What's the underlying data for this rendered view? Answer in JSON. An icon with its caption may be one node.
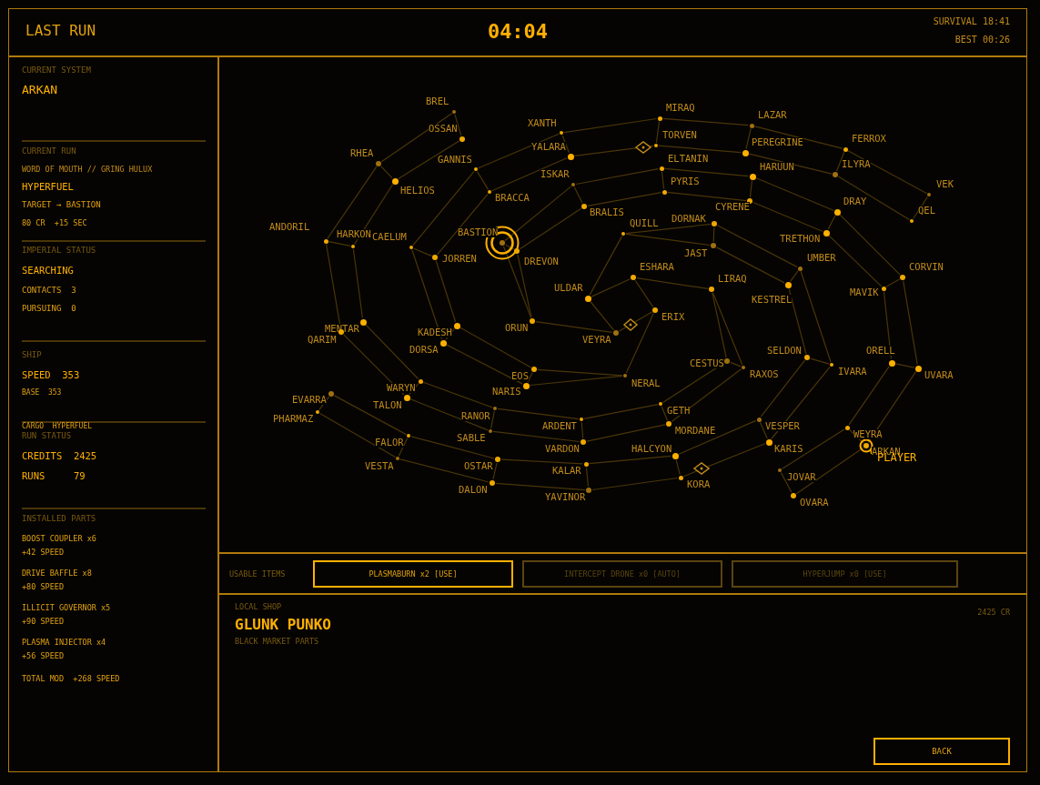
{
  "diagram": {
    "nodes": [
      {
        "text": [
          "BREL"
        ]
      },
      {
        "text": [
          "MIRAQ"
        ]
      },
      {
        "text": [
          "XANTH"
        ]
      },
      {
        "text": [
          "LAZAR"
        ]
      },
      {
        "text": [
          "OSSAN"
        ]
      },
      {
        "text": [
          "TORVEN"
        ]
      },
      {
        "text": [
          "PEREGRINE"
        ]
      },
      {
        "text": [
          "FERROX"
        ]
      },
      {
        "text": [
          "YALARA"
        ]
      },
      {
        "text": [
          "RHEA"
        ]
      },
      {
        "text": [
          "ELTANIN"
        ]
      },
      {
        "text": [
          "GANNIS"
        ]
      },
      {
        "text": [
          "ILYRA"
        ]
      },
      {
        "text": [
          "HELIOS"
        ]
      },
      {
        "text": [
          "HARUUN"
        ]
      },
      {
        "text": [
          "ISKAR"
        ]
      },
      {
        "text": [
          "BRACCA"
        ]
      },
      {
        "text": [
          "PYRIS"
        ]
      },
      {
        "text": [
          "VEK"
        ]
      },
      {
        "text": [
          "CYRENE"
        ]
      },
      {
        "text": [
          "BRALIS"
        ]
      },
      {
        "text": [
          "DRAY"
        ]
      },
      {
        "text": [
          "QEL"
        ]
      },
      {
        "text": [
          "DORNAK"
        ]
      },
      {
        "text": [
          "TRETHON"
        ]
      },
      {
        "text": [
          "QUILL"
        ]
      },
      {
        "text": [
          "ANDORIL"
        ]
      },
      {
        "text": [
          "BASTION"
        ]
      },
      {
        "text": [
          "HARKON"
        ]
      },
      {
        "text": [
          "CAELUM"
        ]
      },
      {
        "text": [
          "JAST"
        ]
      },
      {
        "text": [
          "DREVON"
        ]
      },
      {
        "text": [
          "JORREN"
        ]
      },
      {
        "text": [
          "UMBER"
        ]
      },
      {
        "text": [
          "CORVIN"
        ]
      },
      {
        "text": [
          "ESHARA"
        ]
      },
      {
        "text": [
          "KESTREL"
        ]
      },
      {
        "text": [
          "MAVIK"
        ]
      },
      {
        "text": [
          "LIRAQ"
        ]
      },
      {
        "text": [
          "ULDAR"
        ]
      },
      {
        "text": [
          "ERIX"
        ]
      },
      {
        "text": [
          "ORUN"
        ]
      },
      {
        "text": [
          "MENTAR"
        ]
      },
      {
        "text": [
          "KADESH"
        ]
      },
      {
        "text": [
          "QARIM"
        ]
      },
      {
        "text": [
          "VEYRA"
        ]
      },
      {
        "text": [
          "DORSA"
        ]
      },
      {
        "text": [
          "SELDON"
        ]
      },
      {
        "text": [
          "CESTUS"
        ]
      },
      {
        "text": [
          "ORELL"
        ]
      },
      {
        "text": [
          "IVARA"
        ]
      },
      {
        "text": [
          "RAXOS"
        ]
      },
      {
        "text": [
          "UVARA"
        ]
      },
      {
        "text": [
          "EOS"
        ]
      },
      {
        "text": [
          "NERAL"
        ]
      },
      {
        "text": [
          "WARYN"
        ]
      },
      {
        "text": [
          "NARIS"
        ]
      },
      {
        "text": [
          "EVARRA"
        ]
      },
      {
        "text": [
          "TALON"
        ]
      },
      {
        "text": [
          "GETH"
        ]
      },
      {
        "text": [
          "RANOR"
        ]
      },
      {
        "text": [
          "PHARMAZ"
        ]
      },
      {
        "text": [
          "ARDENT"
        ]
      },
      {
        "text": [
          "VESPER"
        ]
      },
      {
        "text": [
          "MORDANE"
        ]
      },
      {
        "text": [
          "WEYRA"
        ]
      },
      {
        "text": [
          "SABLE"
        ]
      },
      {
        "text": [
          "FALOR"
        ]
      },
      {
        "text": [
          "VARDON"
        ]
      },
      {
        "text": [
          "KARIS"
        ]
      },
      {
        "text": [
          "ARKAN"
        ]
      },
      {
        "text": [
          "HALCYON"
        ]
      },
      {
        "text": [
          "VESTA"
        ]
      },
      {
        "text": [
          "OSTAR"
        ]
      },
      {
        "text": [
          "KALAR"
        ]
      },
      {
        "text": [
          "JOVAR"
        ]
      },
      {
        "text": [
          "KORA"
        ]
      },
      {
        "text": [
          "DALON"
        ]
      },
      {
        "text": [
          "YAVINOR"
        ]
      },
      {
        "text": [
          "OVARA"
        ]
      }
    ],
    "edges": [
      {
        "from": 0,
        "to": 4,
        "arrow": "none"
      },
      {
        "from": 0,
        "to": 9,
        "arrow": "none"
      },
      {
        "from": 4,
        "to": 13,
        "arrow": "none"
      },
      {
        "from": 9,
        "to": 13,
        "arrow": "none"
      },
      {
        "from": 9,
        "to": 26,
        "arrow": "none"
      },
      {
        "from": 13,
        "to": 28,
        "arrow": "none"
      },
      {
        "from": 26,
        "to": 28,
        "arrow": "none"
      },
      {
        "from": 26,
        "to": 44,
        "arrow": "none"
      },
      {
        "from": 28,
        "to": 42,
        "arrow": "none"
      },
      {
        "from": 42,
        "to": 44,
        "arrow": "none"
      },
      {
        "from": 44,
        "to": 58,
        "arrow": "none"
      },
      {
        "from": 42,
        "to": 55,
        "arrow": "none"
      },
      {
        "from": 55,
        "to": 58,
        "arrow": "none"
      },
      {
        "from": 55,
        "to": 60,
        "arrow": "none"
      },
      {
        "from": 58,
        "to": 66,
        "arrow": "none"
      },
      {
        "from": 60,
        "to": 66,
        "arrow": "none"
      },
      {
        "from": 60,
        "to": 62,
        "arrow": "none"
      },
      {
        "from": 66,
        "to": 68,
        "arrow": "none"
      },
      {
        "from": 62,
        "to": 68,
        "arrow": "none"
      },
      {
        "from": 62,
        "to": 59,
        "arrow": "none"
      },
      {
        "from": 68,
        "to": 64,
        "arrow": "none"
      },
      {
        "from": 59,
        "to": 64,
        "arrow": "none"
      },
      {
        "from": 59,
        "to": 48,
        "arrow": "none"
      },
      {
        "from": 64,
        "to": 51,
        "arrow": "none"
      },
      {
        "from": 48,
        "to": 51,
        "arrow": "none"
      },
      {
        "from": 38,
        "to": 48,
        "arrow": "none"
      },
      {
        "from": 38,
        "to": 51,
        "arrow": "none"
      },
      {
        "from": 35,
        "to": 38,
        "arrow": "none"
      },
      {
        "from": 35,
        "to": 40,
        "arrow": "none"
      },
      {
        "from": 39,
        "to": 35,
        "arrow": "none"
      },
      {
        "from": 39,
        "to": 25,
        "arrow": "none"
      },
      {
        "from": 39,
        "to": 45,
        "arrow": "none"
      },
      {
        "from": 45,
        "to": 40,
        "arrow": "none"
      },
      {
        "from": 40,
        "to": 54,
        "arrow": "none"
      },
      {
        "from": 41,
        "to": 45,
        "arrow": "none"
      },
      {
        "from": 53,
        "to": 54,
        "arrow": "none"
      },
      {
        "from": 56,
        "to": 54,
        "arrow": "none"
      },
      {
        "from": 53,
        "to": 56,
        "arrow": "none"
      },
      {
        "from": 43,
        "to": 53,
        "arrow": "none"
      },
      {
        "from": 46,
        "to": 56,
        "arrow": "none"
      },
      {
        "from": 43,
        "to": 46,
        "arrow": "none"
      },
      {
        "from": 29,
        "to": 46,
        "arrow": "none"
      },
      {
        "from": 32,
        "to": 43,
        "arrow": "none"
      },
      {
        "from": 29,
        "to": 32,
        "arrow": "none"
      },
      {
        "from": 11,
        "to": 29,
        "arrow": "none"
      },
      {
        "from": 16,
        "to": 32,
        "arrow": "none"
      },
      {
        "from": 11,
        "to": 16,
        "arrow": "none"
      },
      {
        "from": 11,
        "to": 2,
        "arrow": "none"
      },
      {
        "from": 16,
        "to": 8,
        "arrow": "none"
      },
      {
        "from": 2,
        "to": 8,
        "arrow": "none"
      },
      {
        "from": 2,
        "to": 1,
        "arrow": "none"
      },
      {
        "from": 8,
        "to": 5,
        "arrow": "none"
      },
      {
        "from": 1,
        "to": 5,
        "arrow": "none"
      },
      {
        "from": 1,
        "to": 3,
        "arrow": "none"
      },
      {
        "from": 5,
        "to": 6,
        "arrow": "none"
      },
      {
        "from": 3,
        "to": 6,
        "arrow": "none"
      },
      {
        "from": 3,
        "to": 7,
        "arrow": "none"
      },
      {
        "from": 6,
        "to": 12,
        "arrow": "none"
      },
      {
        "from": 7,
        "to": 12,
        "arrow": "none"
      },
      {
        "from": 7,
        "to": 18,
        "arrow": "none"
      },
      {
        "from": 12,
        "to": 22,
        "arrow": "none"
      },
      {
        "from": 18,
        "to": 22,
        "arrow": "none"
      },
      {
        "from": 27,
        "to": 15,
        "arrow": "none"
      },
      {
        "from": 31,
        "to": 20,
        "arrow": "none"
      },
      {
        "from": 15,
        "to": 20,
        "arrow": "none"
      },
      {
        "from": 27,
        "to": 31,
        "arrow": "none"
      },
      {
        "from": 15,
        "to": 10,
        "arrow": "none"
      },
      {
        "from": 20,
        "to": 17,
        "arrow": "none"
      },
      {
        "from": 10,
        "to": 17,
        "arrow": "none"
      },
      {
        "from": 10,
        "to": 14,
        "arrow": "none"
      },
      {
        "from": 17,
        "to": 19,
        "arrow": "none"
      },
      {
        "from": 14,
        "to": 19,
        "arrow": "none"
      },
      {
        "from": 14,
        "to": 21,
        "arrow": "none"
      },
      {
        "from": 19,
        "to": 24,
        "arrow": "none"
      },
      {
        "from": 21,
        "to": 24,
        "arrow": "none"
      },
      {
        "from": 21,
        "to": 34,
        "arrow": "none"
      },
      {
        "from": 24,
        "to": 37,
        "arrow": "none"
      },
      {
        "from": 37,
        "to": 34,
        "arrow": "none"
      },
      {
        "from": 34,
        "to": 52,
        "arrow": "none"
      },
      {
        "from": 37,
        "to": 49,
        "arrow": "none"
      },
      {
        "from": 49,
        "to": 52,
        "arrow": "none"
      },
      {
        "from": 49,
        "to": 65,
        "arrow": "none"
      },
      {
        "from": 52,
        "to": 70,
        "arrow": "none"
      },
      {
        "from": 65,
        "to": 70,
        "arrow": "none"
      },
      {
        "from": 65,
        "to": 75,
        "arrow": "none"
      },
      {
        "from": 70,
        "to": 79,
        "arrow": "none"
      },
      {
        "from": 75,
        "to": 79,
        "arrow": "none"
      },
      {
        "from": 27,
        "to": 41,
        "arrow": "none"
      },
      {
        "from": 31,
        "to": 41,
        "arrow": "none"
      },
      {
        "from": 25,
        "to": 23,
        "arrow": "none"
      },
      {
        "from": 25,
        "to": 30,
        "arrow": "none"
      },
      {
        "from": 23,
        "to": 30,
        "arrow": "none"
      },
      {
        "from": 23,
        "to": 33,
        "arrow": "none"
      },
      {
        "from": 30,
        "to": 36,
        "arrow": "none"
      },
      {
        "from": 33,
        "to": 36,
        "arrow": "none"
      },
      {
        "from": 36,
        "to": 47,
        "arrow": "none"
      },
      {
        "from": 33,
        "to": 50,
        "arrow": "none"
      },
      {
        "from": 47,
        "to": 50,
        "arrow": "none"
      },
      {
        "from": 47,
        "to": 63,
        "arrow": "none"
      },
      {
        "from": 50,
        "to": 69,
        "arrow": "none"
      },
      {
        "from": 63,
        "to": 69,
        "arrow": "none"
      },
      {
        "from": 63,
        "to": 71,
        "arrow": "none"
      },
      {
        "from": 69,
        "to": 76,
        "arrow": "none"
      },
      {
        "from": 71,
        "to": 76,
        "arrow": "none"
      },
      {
        "from": 71,
        "to": 74,
        "arrow": "none"
      },
      {
        "from": 76,
        "to": 78,
        "arrow": "none"
      },
      {
        "from": 74,
        "to": 78,
        "arrow": "none"
      },
      {
        "from": 74,
        "to": 73,
        "arrow": "none"
      },
      {
        "from": 78,
        "to": 77,
        "arrow": "none"
      },
      {
        "from": 73,
        "to": 77,
        "arrow": "none"
      },
      {
        "from": 73,
        "to": 67,
        "arrow": "none"
      },
      {
        "from": 77,
        "to": 72,
        "arrow": "none"
      },
      {
        "from": 67,
        "to": 72,
        "arrow": "none"
      },
      {
        "from": 67,
        "to": 57,
        "arrow": "none"
      },
      {
        "from": 72,
        "to": 61,
        "arrow": "none"
      },
      {
        "from": 57,
        "to": 61,
        "arrow": "none"
      }
    ],
    "labels": [
      "LAST RUN",
      "04:04",
      "SURVIVAL 18:41",
      "BEST 00:26",
      "CURRENT SYSTEM",
      "ARKAN",
      "CURRENT RUN",
      "WORD OF MOUTH // GRING HULUX",
      "HYPERFUEL",
      "TARGET → BASTION",
      "80 CR  +15 SEC",
      "IMPERIAL STATUS",
      "SEARCHING",
      "CONTACTS  3",
      "PURSUING  0",
      "SHIP",
      "SPEED  353",
      "BASE  353",
      "CARGO  HYPERFUEL",
      "RUN STATUS",
      "CREDITS  2425",
      "RUNS     79",
      "INSTALLED PARTS",
      "BOOST COUPLER x6",
      "+42 SPEED",
      "DRIVE BAFFLE x8",
      "+80 SPEED",
      "ILLICIT GOVERNOR x5",
      "+90 SPEED",
      "PLASMA INJECTOR x4",
      "+56 SPEED",
      "TOTAL MOD  +268 SPEED",
      "PLAYER",
      "USABLE ITEMS",
      "PLASMABURN x2 [USE]",
      "INTERCEPT DRONE x0 [AUTO]",
      "HYPERJUMP x0 [USE]",
      "LOCAL SHOP",
      "GLUNK PUNKO",
      "BLACK MARKET PARTS",
      "2425 CR",
      "BACK"
    ]
  }
}
